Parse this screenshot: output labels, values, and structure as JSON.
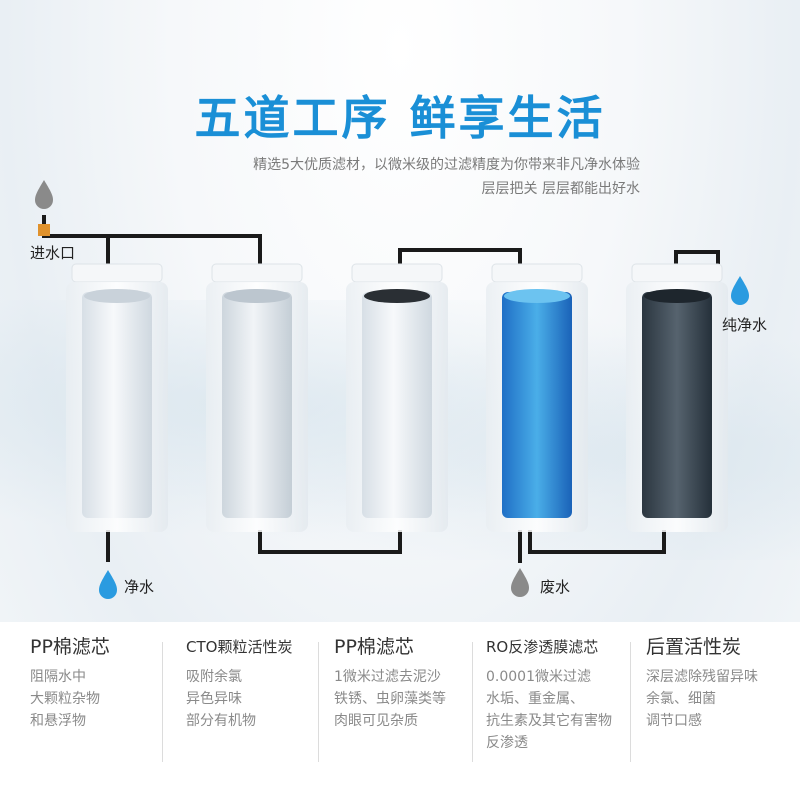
{
  "header": {
    "title": "五道工序 鲜享生活",
    "subtitle_line1": "精选5大优质滤材，以微米级的过滤精度为你带来非凡净水体验",
    "subtitle_line2": "层层把关 层层都能出好水"
  },
  "labels": {
    "inlet": "进水口",
    "clean_water_left": "净水",
    "waste_water": "废水",
    "pure_water": "纯净水"
  },
  "colors": {
    "accent": "#1a8fd6",
    "drop": "#2a9be0",
    "drop_grey": "#8a8a8a",
    "pipe": "#1a1a1a"
  },
  "stages": [
    {
      "name": "PP棉滤芯",
      "lines": [
        "阻隔水中",
        "大颗粒杂物",
        "和悬浮物"
      ]
    },
    {
      "name": "CTO颗粒活性炭",
      "lines": [
        "吸附余氯",
        "异色异味",
        "部分有机物"
      ]
    },
    {
      "name": "PP棉滤芯",
      "lines": [
        "1微米过滤去泥沙",
        "铁锈、虫卵藻类等",
        "肉眼可见杂质"
      ]
    },
    {
      "name": "RO反渗透膜滤芯",
      "lines": [
        "0.0001微米过滤",
        "水垢、重金属、",
        "抗生素及其它有害物",
        "反渗透"
      ]
    },
    {
      "name": "后置活性炭",
      "lines": [
        "深层滤除残留异味",
        "余氯、细菌",
        "调节口感"
      ]
    }
  ]
}
